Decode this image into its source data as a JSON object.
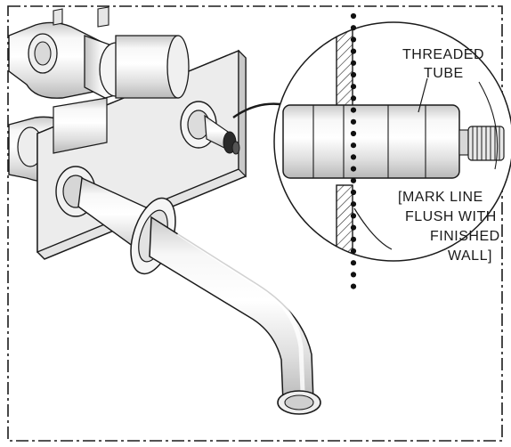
{
  "labels": {
    "threaded_tube_line1": "THREADED",
    "threaded_tube_line2": "TUBE",
    "mark_line_1": "[MARK LINE",
    "mark_line_2": "FLUSH WITH",
    "mark_line_3": "FINISHED",
    "mark_line_4": "WALL]"
  }
}
